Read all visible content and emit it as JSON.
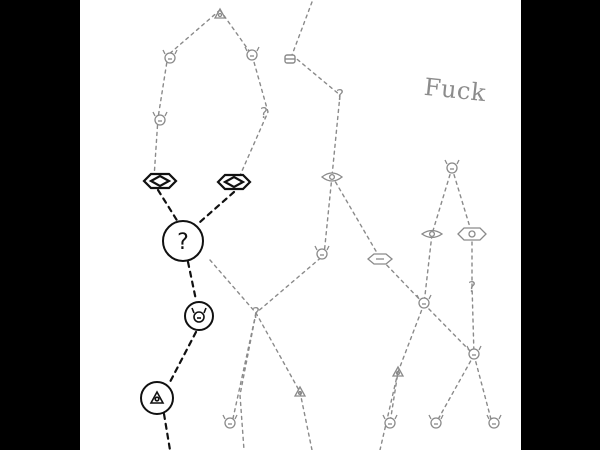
{
  "map_note": "Fuck",
  "unknown_glyph": "?",
  "colors": {
    "frame": "#000000",
    "map": "#ffffff",
    "visited": "#111111",
    "faint": "#8c8c8c"
  },
  "node_types": [
    "monster",
    "elite",
    "unknown",
    "treasure",
    "merchant"
  ],
  "current_node_type": "unknown"
}
